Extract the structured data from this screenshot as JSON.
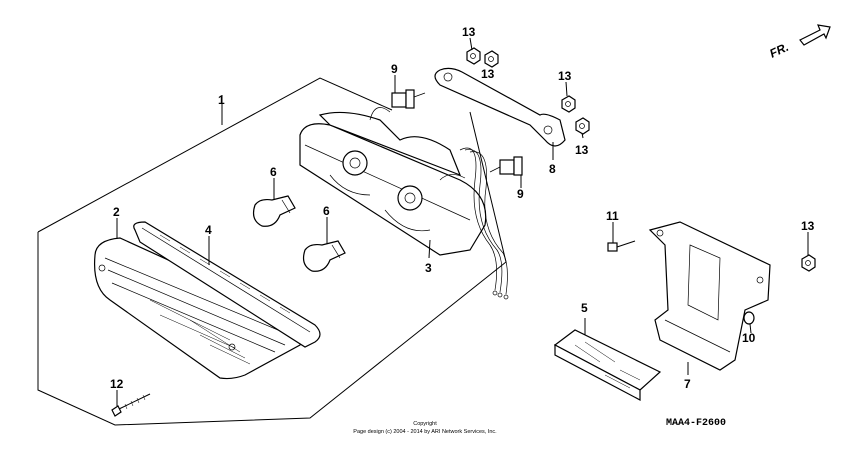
{
  "diagram": {
    "direction_label": "FR.",
    "diagram_code": "MAA4-F2600",
    "copyright_line1": "Copyright",
    "copyright_line2": "Page design (c) 2004 - 2014 by ARI Network Services, Inc.",
    "callouts": [
      {
        "id": "c1",
        "label": "1"
      },
      {
        "id": "c2",
        "label": "2"
      },
      {
        "id": "c3",
        "label": "3"
      },
      {
        "id": "c4",
        "label": "4"
      },
      {
        "id": "c5",
        "label": "5"
      },
      {
        "id": "c6a",
        "label": "6"
      },
      {
        "id": "c6b",
        "label": "6"
      },
      {
        "id": "c7",
        "label": "7"
      },
      {
        "id": "c8",
        "label": "8"
      },
      {
        "id": "c9a",
        "label": "9"
      },
      {
        "id": "c9b",
        "label": "9"
      },
      {
        "id": "c10",
        "label": "10"
      },
      {
        "id": "c11",
        "label": "11"
      },
      {
        "id": "c12",
        "label": "12"
      },
      {
        "id": "c13a",
        "label": "13"
      },
      {
        "id": "c13b",
        "label": "13"
      },
      {
        "id": "c13c",
        "label": "13"
      },
      {
        "id": "c13d",
        "label": "13"
      },
      {
        "id": "c13e",
        "label": "13"
      }
    ]
  }
}
